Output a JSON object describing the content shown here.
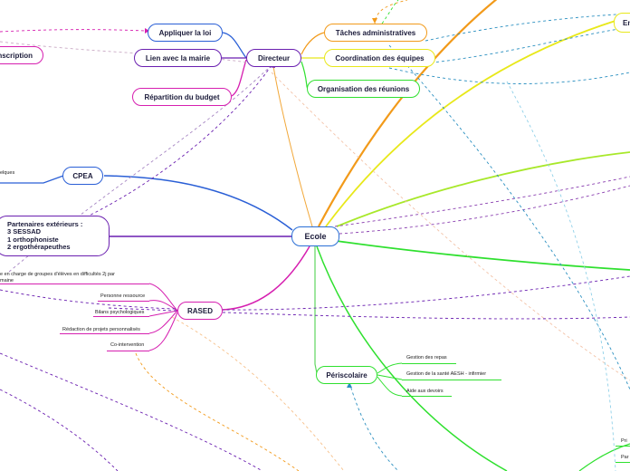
{
  "center": {
    "label": "Ecole",
    "color": "#2a6fd6"
  },
  "directeur": {
    "label": "Directeur",
    "children": [
      "Appliquer la loi",
      "Lien avec la mairie",
      "Répartition du budget"
    ]
  },
  "top_right": {
    "taches": "Tâches administratives",
    "coordination": "Coordination des équipes",
    "reunions": "Organisation des réunions",
    "edge_fragment": "En"
  },
  "left": {
    "inscription": "nscription",
    "cpea": "CPEA",
    "cpea_leaf": "elques",
    "partenaires": [
      "Partenaires extérieurs :",
      "3 SESSAD",
      "1 orthophoniste",
      "2 ergothérapeuthes"
    ]
  },
  "rased": {
    "label": "RASED",
    "leaves": [
      "e en charge de groupes d'élèves en difficultés 2j par",
      "maine",
      "Personne ressource",
      "Bilans psychologiques",
      "Rédaction de projets personnalisés",
      "Co-intervention"
    ]
  },
  "periscolaire": {
    "label": "Périscolaire",
    "leaves": [
      "Gestion des repas",
      "Gestion de la santé AESH - infirmier",
      "Aide aux devoirs"
    ]
  },
  "bottom_right": [
    "Pri",
    "Par"
  ],
  "colors": {
    "blue": "#2a5fd6",
    "purple": "#6a1fb0",
    "magenta": "#d61fb0",
    "orange": "#f29a1a",
    "yellow": "#e8e81a",
    "green": "#2fe02f",
    "lime": "#8fe02f",
    "teal": "#2a8fc0"
  }
}
